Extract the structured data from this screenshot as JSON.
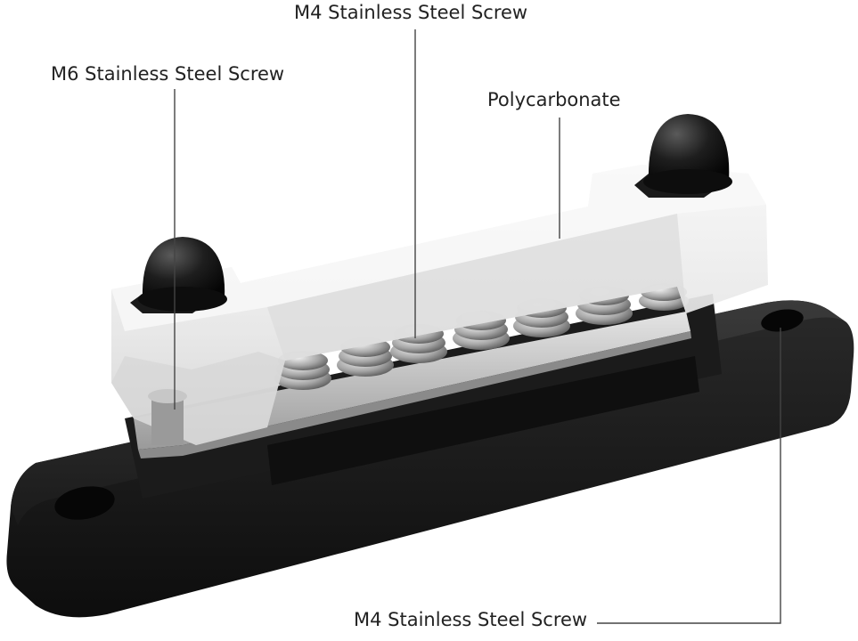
{
  "callouts": {
    "m4_top": "M4 Stainless Steel Screw",
    "m6": "M6 Stainless Steel Screw",
    "polycarbonate": "Polycarbonate",
    "m4_bottom": "M4 Stainless Steel Screw"
  },
  "colors": {
    "background": "#ffffff",
    "base": "#1c1c1c",
    "cover": "#ececec",
    "metal": "#b9b9b9",
    "cap": "#151515",
    "leader_line": "#444444"
  }
}
